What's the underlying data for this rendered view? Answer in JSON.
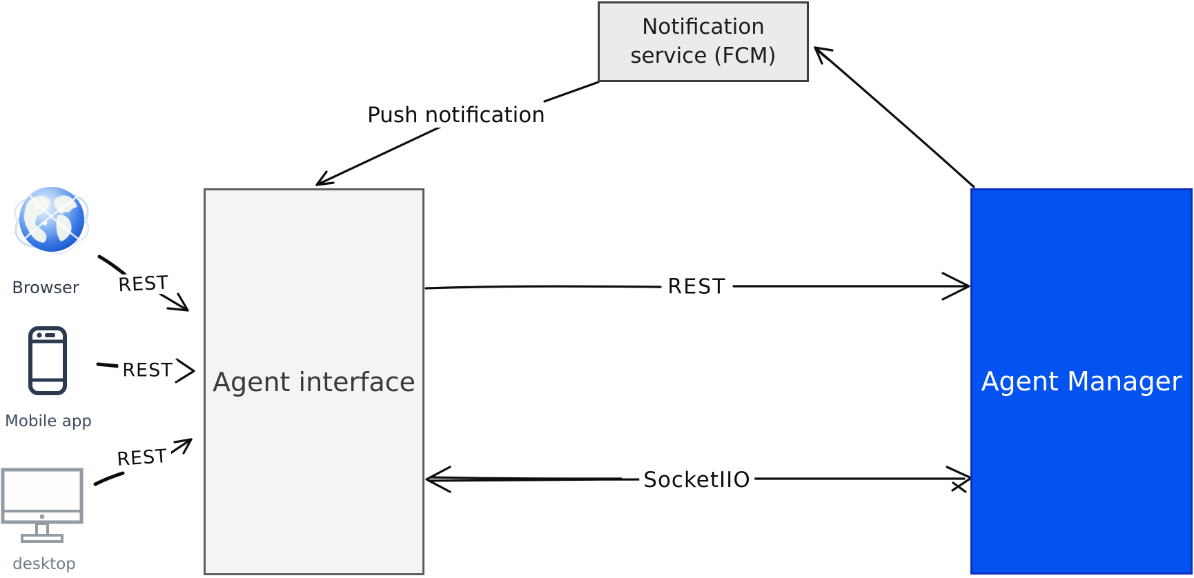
{
  "diagram": {
    "nodes": {
      "notification_service": {
        "line1": "Notification",
        "line2": "service (FCM)",
        "fill": "#ebebeb",
        "border": "#3f3f3f"
      },
      "agent_interface": {
        "label": "Agent interface",
        "fill": "#f4f4f4",
        "border": "#5e5e5e"
      },
      "agent_manager": {
        "label": "Agent Manager",
        "fill": "#0452f0",
        "border": "#0b2fc4",
        "text_color": "#ffffff"
      }
    },
    "clients": {
      "browser": {
        "label": "Browser",
        "icon": "globe-icon"
      },
      "mobile": {
        "label": "Mobile app",
        "icon": "smartphone-icon"
      },
      "desktop": {
        "label": "desktop",
        "icon": "monitor-icon"
      }
    },
    "edges": {
      "browser_rest": {
        "label": "REST",
        "from": "browser",
        "to": "agent_interface"
      },
      "mobile_rest": {
        "label": "REST",
        "from": "mobile",
        "to": "agent_interface"
      },
      "desktop_rest": {
        "label": "REST",
        "from": "desktop",
        "to": "agent_interface"
      },
      "interface_manager_rest": {
        "label": "REST",
        "from": "agent_interface",
        "to": "agent_manager"
      },
      "manager_interface_socket": {
        "label": "SocketIIO",
        "from": "agent_manager",
        "to": "agent_interface"
      },
      "push_notification": {
        "label": "Push notification",
        "from": "notification_service",
        "to": "agent_interface"
      },
      "manager_to_notification": {
        "label": "",
        "from": "agent_manager",
        "to": "notification_service"
      }
    },
    "colors": {
      "arrow": "#0d0d0d",
      "agent_manager_fill": "#0452f0",
      "agent_manager_border": "#0b2fc4",
      "gray_node_fill": "#ebebeb",
      "interface_fill": "#f4f4f4"
    }
  }
}
